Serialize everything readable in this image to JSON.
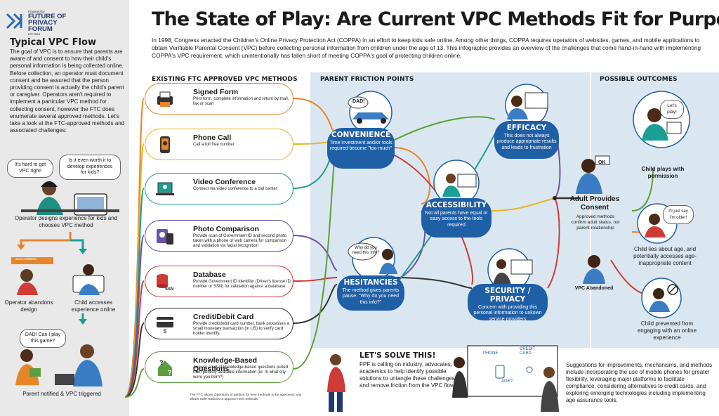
{
  "logo": {
    "powered_by": "Powered by",
    "name": "FUTURE OF PRIVACY FORUM",
    "sub": "FPF.ORG"
  },
  "title": "The State of Play: Are Current VPC Methods Fit for Purpose?",
  "intro": "In 1998, Congress enacted the Children's Online Privacy Protection Act (COPPA) in an effort to keep kids safe online. Among other things, COPPA requires operators of websites, games, and mobile applications to obtain Verifiable Parental Consent (VPC) before collecting personal information from children under the age of 13. This infographic provides an overview of the challenges that come hand-in-hand with implementing COPPA's VPC requirement, which unintentionally has fallen short of meeting COPPA's goal of protecting children online.",
  "sidebar": {
    "title": "Typical VPC Flow",
    "body": "The goal of VPC is to ensure that parents are aware of and consent to how their child's personal information is being collected online. Before collection, an operator must document consent and be assured that the person providing consent is actually the child's parent or caregiver. Operators aren't required to implement a particular VPC method for collecting consent, however the FTC does enumerate several approved methods. Let's take a look at the FTC-approved methods and associated challenges:",
    "bubble1": "It's hard to get VPC right!",
    "bubble2": "Is it even worth it to develop experiences for kids?",
    "step1": "Operator designs experience for kids and chooses VPC method",
    "step2a": "Operator abandons design",
    "step2b": "Child accesses experience online",
    "sign": "ADULT DESIGN",
    "bubble3": "DAD! Can I play this game?",
    "step3": "Parent notified & VPC triggered"
  },
  "methods_header": "EXISTING FTC APPROVED VPC METHODS",
  "methods": [
    {
      "title": "Signed Form",
      "desc": "Print form, complete information and return by mail, fax or scan"
    },
    {
      "title": "Phone Call",
      "desc": "Call a toll free number"
    },
    {
      "title": "Video Conference",
      "desc": "Connect via video conference to a call center"
    },
    {
      "title": "Photo Comparison",
      "desc": "Provide scan of Government ID and second photo taken with a phone or web camera for comparison and validation via facial recognition"
    },
    {
      "title": "Database",
      "desc": "Provide Government ID identifier (Driver's license ID number or SSN) for validation against a database"
    },
    {
      "title": "Credit/Debit Card",
      "desc": "Provide credit/debit card number, bank processes a small monetary transaction (in US) to verify card holder identify."
    },
    {
      "title": "Knowledge-Based Questions",
      "desc": "Answer a set of knowledge-based questions pulled from publicly available information (ie: In what city were you born?)"
    }
  ],
  "ssn": "SSN",
  "footnote": "The FTC allows Operators to petition for new methods to be approved, and allows Safe Harbors to approve new methods.",
  "friction_header": "PARENT FRICTION POINTS",
  "friction": [
    {
      "title": "CONVENIENCE",
      "desc": "Time investment and/or tools required become \"too much\"",
      "bubble": "DAD!"
    },
    {
      "title": "EFFICACY",
      "desc": "This does not always produce appropriate results and leads to frustration"
    },
    {
      "title": "ACCESSIBILITY",
      "desc": "Not all parents have equal or easy access to the tools required"
    },
    {
      "title": "HESITANCIES",
      "desc": "The method gives parents pause. \"Why do you need this info?\"",
      "bubble": "Why do you need this info?"
    },
    {
      "title": "SECURITY / PRIVACY",
      "desc": "Concern with providing this personal information to unkown service providers"
    }
  ],
  "outcomes_header": "POSSIBLE OUTCOMES",
  "outcomes": {
    "ok": "OK",
    "adult_title": "Adult Provides Consent",
    "adult_desc": "Approved methods confirm adult status, not parent relationship",
    "abandoned": "VPC Abandoned",
    "plays_bubble": "Let's play!",
    "plays": "Child plays with permission",
    "lies_bubble": "I'll just say I'm older!",
    "lies": "Child lies about age, and potentially accesses age-inappropriate content",
    "prevented": "Child prevented from engaging with an online experience"
  },
  "solve": {
    "title": "LET'S SOLVE THIS!",
    "body": "FPF is calling on industry, advocates, and academics to help identify possible solutions to untangle these challenges and remove friction from the VPC flow.",
    "board_phone": "PHONE",
    "board_card": "CREDIT CARD",
    "board_age": "AGE?",
    "suggestions": "Suggestions for improvements, mechanisms, and methods include incorporating the use of mobile phones for greater flexibility, leveraging major platforms to facilitate compliance, considering alternatives to credit cards, and exploring emerging technologies including implementing age assurance tools."
  },
  "colors": {
    "friction_blue": "#1f5fa6",
    "panel_bg": "#dbe7f0",
    "sidebar_bg": "#e9e9ea",
    "orange": "#e8842a",
    "teal": "#1d9e95",
    "red": "#cf3b36",
    "purple": "#6b52a8",
    "green": "#5b9e3d",
    "brown": "#7a4a24",
    "yellow": "#e6b422"
  },
  "icons": [
    "fpf-logo",
    "printer-icon",
    "phone-icon",
    "laptop-video-icon",
    "photo-id-icon",
    "database-ssn-icon",
    "credit-card-icon",
    "question-map-icon"
  ]
}
